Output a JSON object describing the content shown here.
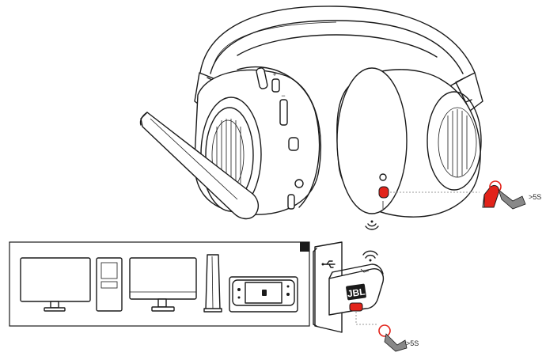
{
  "colors": {
    "line": "#1a1a1a",
    "accent": "#e2231a",
    "callout": "#9a9a9a",
    "background": "#ffffff",
    "hand_fill": "#888888"
  },
  "headset": {
    "press_hold_label": ">5S",
    "buttons": {
      "volume_plus": "+",
      "volume_minus": "−"
    }
  },
  "dongle": {
    "brand_text": "JBL",
    "press_hold_label": ">5S"
  },
  "devices": [
    "pc-monitor",
    "pc-tower",
    "monitor",
    "playstation-console",
    "nintendo-switch"
  ],
  "icons": [
    "wireless-signal-icon",
    "usb-icon",
    "hand-press-icon"
  ]
}
